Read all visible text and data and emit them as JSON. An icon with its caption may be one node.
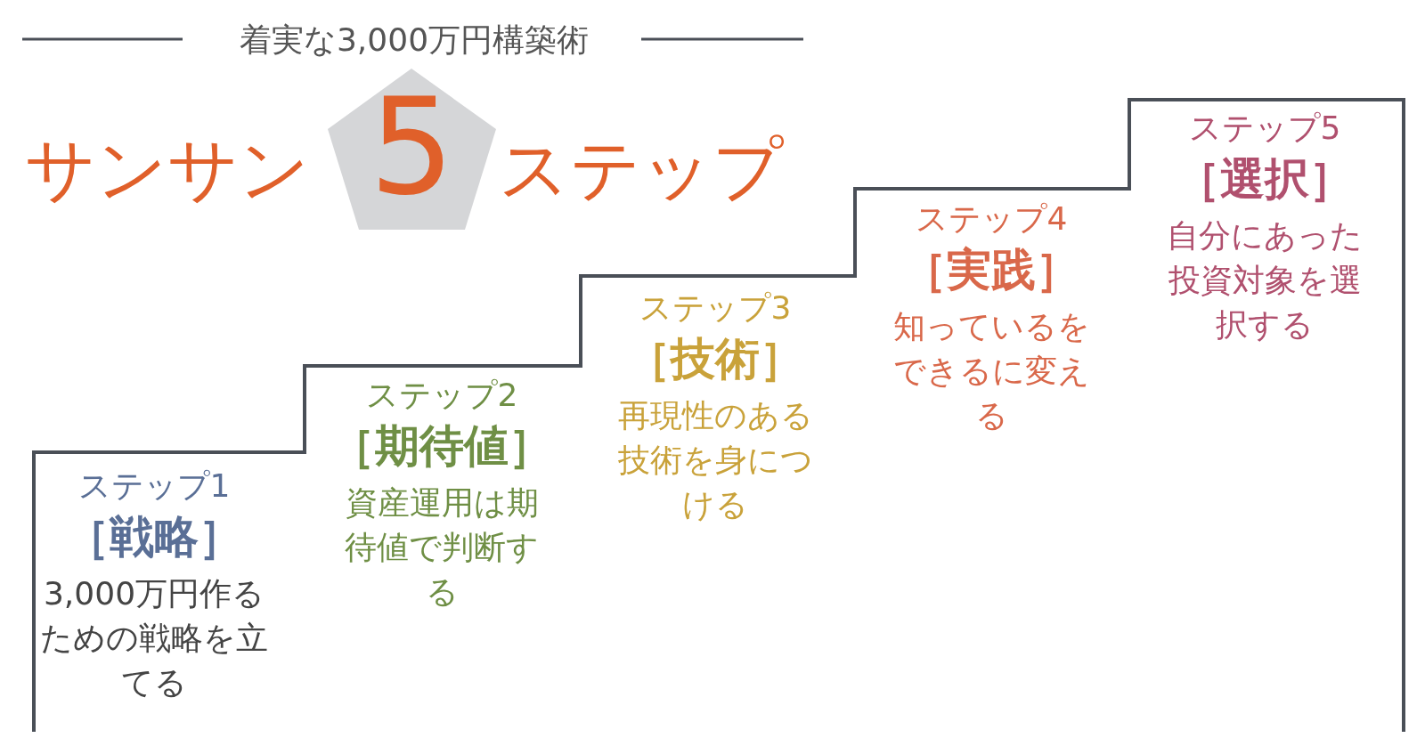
{
  "diagram": {
    "title": "着実な3,000万円構築術",
    "nodes": [
      {
        "text": [
          "5"
        ]
      },
      {
        "text": [
          "ステップ1",
          "［戦略］",
          "3,000万円作るための戦略を立てる"
        ]
      },
      {
        "text": [
          "ステップ2",
          "［期待値］",
          "資産運用は期待値で判断する"
        ]
      },
      {
        "text": [
          "ステップ3",
          "［技術］",
          "再現性のある技術を身につける"
        ]
      },
      {
        "text": [
          "ステップ4",
          "［実践］",
          "知っているをできるに変える"
        ]
      },
      {
        "text": [
          "ステップ5",
          "［選択］",
          "自分にあった投資対象を選択する"
        ]
      }
    ],
    "labels": [
      "サンサン",
      "ステップ"
    ]
  }
}
